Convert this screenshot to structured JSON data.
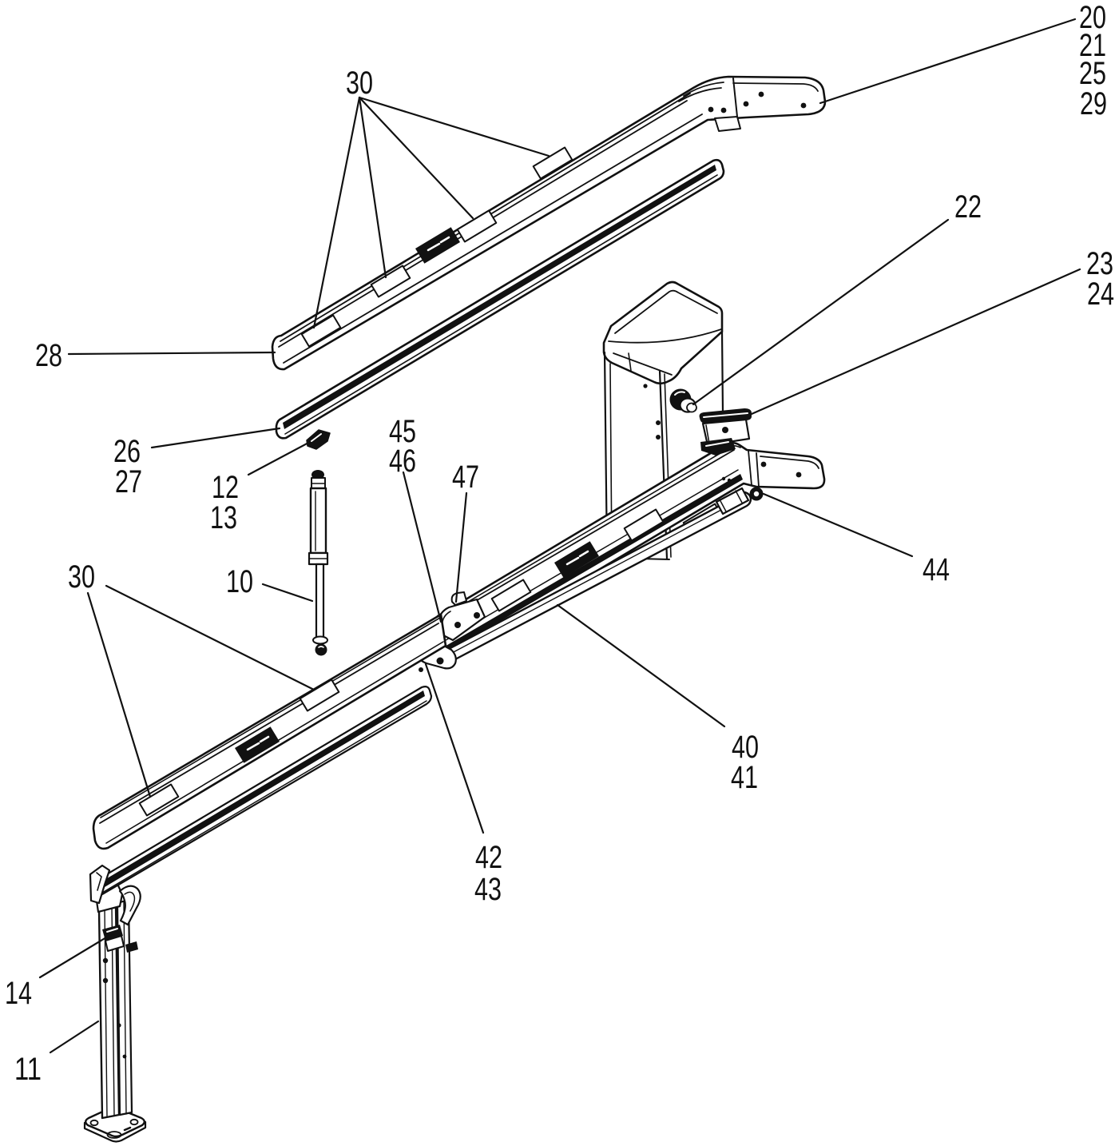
{
  "figure": {
    "type": "exploded-parts-diagram",
    "background": "#ffffff",
    "line_color": "#111111"
  },
  "parts": {
    "p20": "20",
    "p21": "21",
    "p25": "25",
    "p29": "29",
    "p30_top": "30",
    "p22": "22",
    "p23": "23",
    "p24": "24",
    "p28": "28",
    "p26": "26",
    "p27": "27",
    "p12": "12",
    "p13": "13",
    "p45": "45",
    "p46": "46",
    "p47": "47",
    "p30_left": "30",
    "p10": "10",
    "p40": "40",
    "p41": "41",
    "p42": "42",
    "p43": "43",
    "p44": "44",
    "p14": "14",
    "p11": "11"
  }
}
